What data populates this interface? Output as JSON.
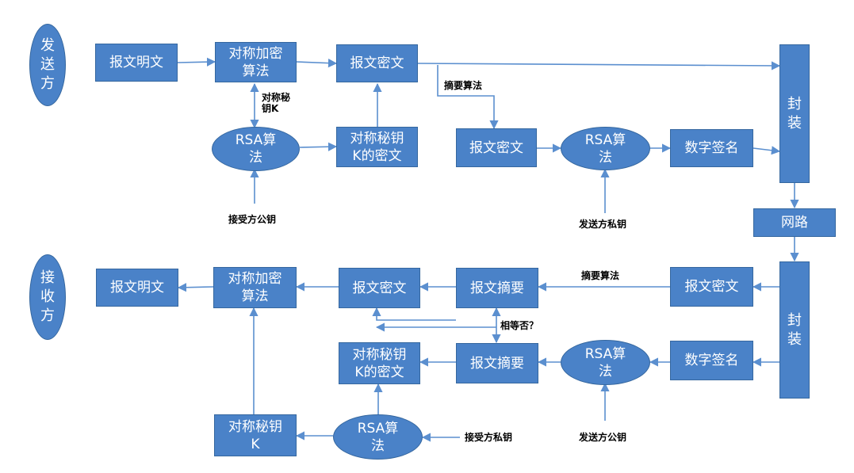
{
  "colors": {
    "fill": "#4a82c8",
    "stroke": "#35679f",
    "arrow": "#5b8fcf"
  },
  "sender": {
    "role": "发\n送\n方",
    "plaintext": "报文明文",
    "sym_encrypt": "对称加密\n算法",
    "ciphertext": "报文密文",
    "rsa": "RSA算\n法",
    "key_label": "对称秘\n钥K",
    "enc_key": "对称秘钥\nK的密文",
    "pubkey_label": "接受方公钥",
    "digest_algo_label": "摘要算法",
    "digest": "报文密文",
    "rsa_sign": "RSA算\n法",
    "privkey_label": "发送方私钥",
    "signature": "数字签名",
    "seal": "封\n装"
  },
  "network": "网路",
  "receiver": {
    "role": "接\n收\n方",
    "plaintext": "报文明文",
    "sym_decrypt": "对称加密\n算法",
    "ciphertext": "报文密文",
    "digest1": "报文摘要",
    "digest_algo_label": "摘要算法",
    "recv_ciphertext": "报文密文",
    "equal_label": "相等否？",
    "enc_key": "对称秘钥\nK的密文",
    "digest2": "报文摘要",
    "rsa_verify": "RSA算\n法",
    "signature": "数字签名",
    "seal": "封\n装",
    "sym_key": "对称秘钥\nK",
    "rsa_decrypt": "RSA算\n法",
    "privkey_label": "接受方私钥",
    "pubkey_label": "发送方公钥"
  }
}
